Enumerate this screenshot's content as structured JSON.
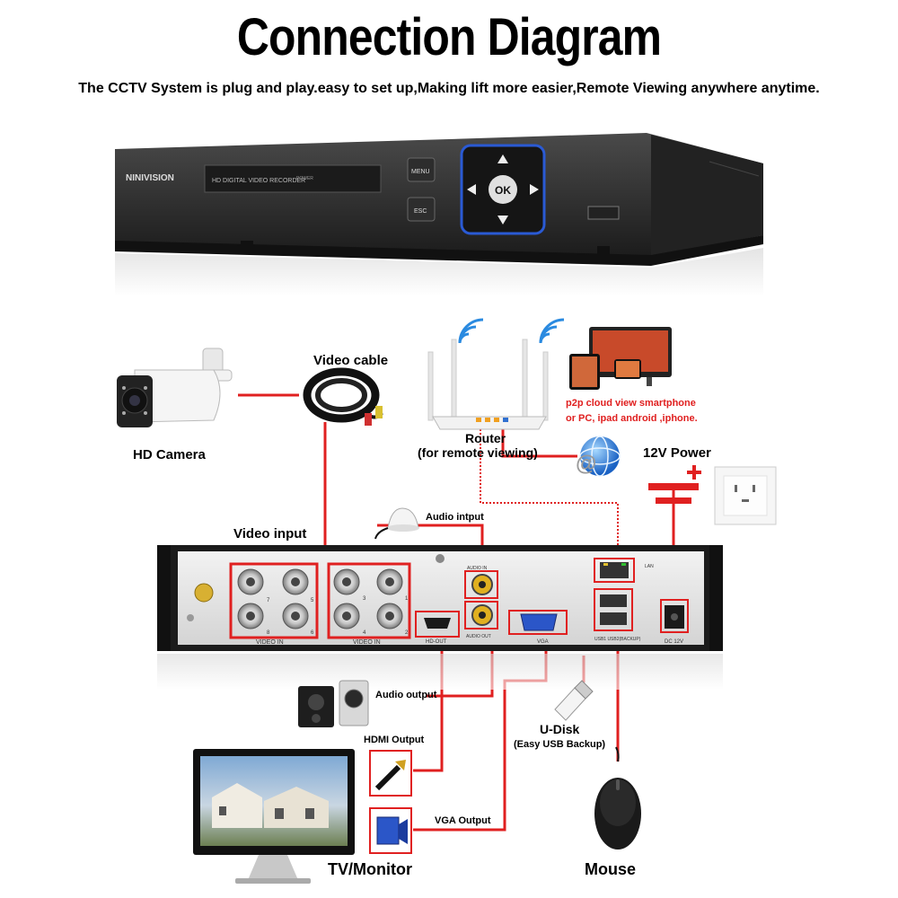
{
  "header": {
    "title": "Connection Diagram",
    "subtitle": "The CCTV System is plug and play.easy to set up,Making lift more easier,Remote Viewing anywhere anytime."
  },
  "dvr_front": {
    "brand": "NINIVISION",
    "panel_text": "HD DIGITAL VIDEO RECORDER",
    "power_label": "POWER",
    "menu_label": "MENU",
    "esc_label": "ESC",
    "ok_label": "OK"
  },
  "labels": {
    "video_cable": "Video cable",
    "hd_camera": "HD Camera",
    "router_line1": "Router",
    "router_line2": "(for remote viewing)",
    "p2p_line1": "p2p cloud  view smartphone",
    "p2p_line2": "or PC, ipad android ,iphone.",
    "power_12v": "12V Power",
    "video_input": "Video input",
    "audio_input": "Audio intput",
    "audio_output": "Audio output",
    "hdmi_output": "HDMI Output",
    "u_disk": "U-Disk",
    "u_disk_sub": "(Easy USB Backup)",
    "vga_output": "VGA Output",
    "tv_monitor": "TV/Monitor",
    "mouse": "Mouse"
  },
  "dvr_back": {
    "video_in_left": "VIDEO IN",
    "video_in_right": "VIDEO IN",
    "hd_out": "HD-OUT",
    "audio_in": "AUDIO IN",
    "audio_out": "AUDIO OUT",
    "vga": "VGA",
    "lan": "LAN",
    "usb": "USB1   USB2(BACKUP)",
    "dc12v": "DC 12V",
    "ch_7": "7",
    "ch_5": "5",
    "ch_3": "3",
    "ch_1": "1",
    "ch_8": "8",
    "ch_6": "6",
    "ch_4": "4",
    "ch_2": "2"
  },
  "colors": {
    "cable_red": "#e02020",
    "dvr_body": "#2a2a2a",
    "panel_blue": "#1a3b9e"
  }
}
